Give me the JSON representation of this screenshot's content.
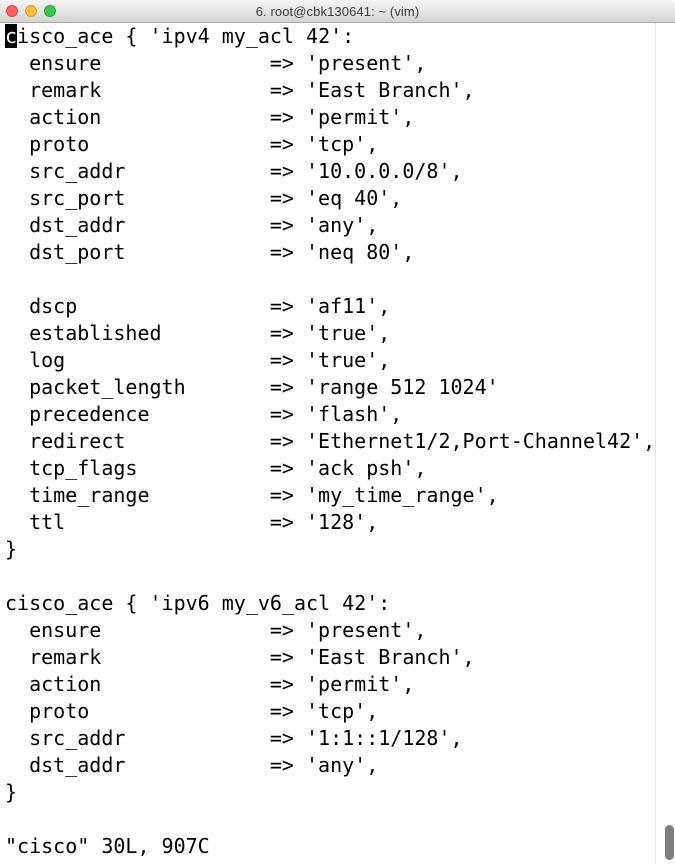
{
  "window": {
    "title": "6. root@cbk130641: ~ (vim)"
  },
  "colors": {
    "traffic_red": "#fc615c",
    "traffic_yellow": "#fdbd41",
    "traffic_green": "#34c84a",
    "background": "#ffffff",
    "text": "#000000",
    "cursor_bg": "#000000",
    "cursor_fg": "#ffffff"
  },
  "terminal": {
    "arrow": "=>",
    "cursor": {
      "row": 0,
      "col": 0
    },
    "lines": [
      {
        "type": "resource",
        "text": "cisco_ace { 'ipv4 my_acl 42':"
      },
      {
        "type": "prop",
        "key": "ensure",
        "value": "'present',"
      },
      {
        "type": "prop",
        "key": "remark",
        "value": "'East Branch',"
      },
      {
        "type": "prop",
        "key": "action",
        "value": "'permit',"
      },
      {
        "type": "prop",
        "key": "proto",
        "value": "'tcp',"
      },
      {
        "type": "prop",
        "key": "src_addr",
        "value": "'10.0.0.0/8',"
      },
      {
        "type": "prop",
        "key": "src_port",
        "value": "'eq 40',"
      },
      {
        "type": "prop",
        "key": "dst_addr",
        "value": "'any',"
      },
      {
        "type": "prop",
        "key": "dst_port",
        "value": "'neq 80',"
      },
      {
        "type": "blank"
      },
      {
        "type": "prop",
        "key": "dscp",
        "value": "'af11',"
      },
      {
        "type": "prop",
        "key": "established",
        "value": "'true',"
      },
      {
        "type": "prop",
        "key": "log",
        "value": "'true',"
      },
      {
        "type": "prop",
        "key": "packet_length",
        "value": "'range 512 1024'"
      },
      {
        "type": "prop",
        "key": "precedence",
        "value": "'flash',"
      },
      {
        "type": "prop",
        "key": "redirect",
        "value": "'Ethernet1/2,Port-Channel42',"
      },
      {
        "type": "prop",
        "key": "tcp_flags",
        "value": "'ack psh',"
      },
      {
        "type": "prop",
        "key": "time_range",
        "value": "'my_time_range',"
      },
      {
        "type": "prop",
        "key": "ttl",
        "value": "'128',"
      },
      {
        "type": "close",
        "text": "}"
      },
      {
        "type": "blank"
      },
      {
        "type": "resource",
        "text": "cisco_ace { 'ipv6 my_v6_acl 42':"
      },
      {
        "type": "prop",
        "key": "ensure",
        "value": "'present',"
      },
      {
        "type": "prop",
        "key": "remark",
        "value": "'East Branch',"
      },
      {
        "type": "prop",
        "key": "action",
        "value": "'permit',"
      },
      {
        "type": "prop",
        "key": "proto",
        "value": "'tcp',"
      },
      {
        "type": "prop",
        "key": "src_addr",
        "value": "'1:1::1/128',"
      },
      {
        "type": "prop",
        "key": "dst_addr",
        "value": "'any',"
      },
      {
        "type": "close",
        "text": "}"
      },
      {
        "type": "blank"
      }
    ],
    "status": "\"cisco\" 30L, 907C"
  }
}
